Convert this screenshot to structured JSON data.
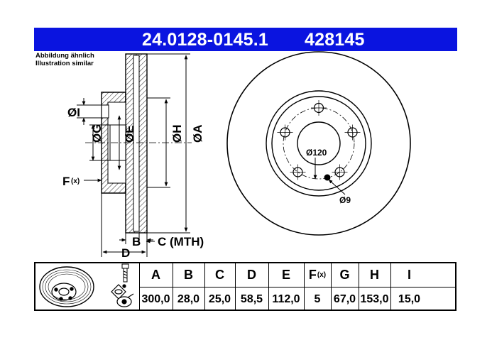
{
  "header": {
    "part_number": "24.0128-0145.1",
    "ref_number": "428145"
  },
  "note": {
    "line1": "Abbildung ähnlich",
    "line2": "Illustration similar"
  },
  "dimension_labels": {
    "diam_i": "ØI",
    "diam_g": "ØG",
    "diam_e": "ØE",
    "diam_h": "ØH",
    "diam_a": "ØA",
    "f_label": "F",
    "f_sub": "(x)",
    "b": "B",
    "c_mth": "C (MTH)",
    "d": "D"
  },
  "front_view": {
    "pcd_label": "Ø120",
    "hole_label": "Ø9"
  },
  "table": {
    "headers": [
      "A",
      "B",
      "C",
      "D",
      "E",
      "F",
      "G",
      "H",
      "I"
    ],
    "f_header_sub": "(x)",
    "values": [
      "300,0",
      "28,0",
      "25,0",
      "58,5",
      "112,0",
      "5",
      "67,0",
      "153,0",
      "15,0"
    ]
  },
  "colors": {
    "header_bg": "#0a14e0",
    "header_text": "#ffffff",
    "line": "#000000",
    "hatch_fill": "#ffffff"
  },
  "icons": [
    "brake-disc-thumbnail-icon",
    "bolt-icon",
    "torque-spec-icon"
  ]
}
